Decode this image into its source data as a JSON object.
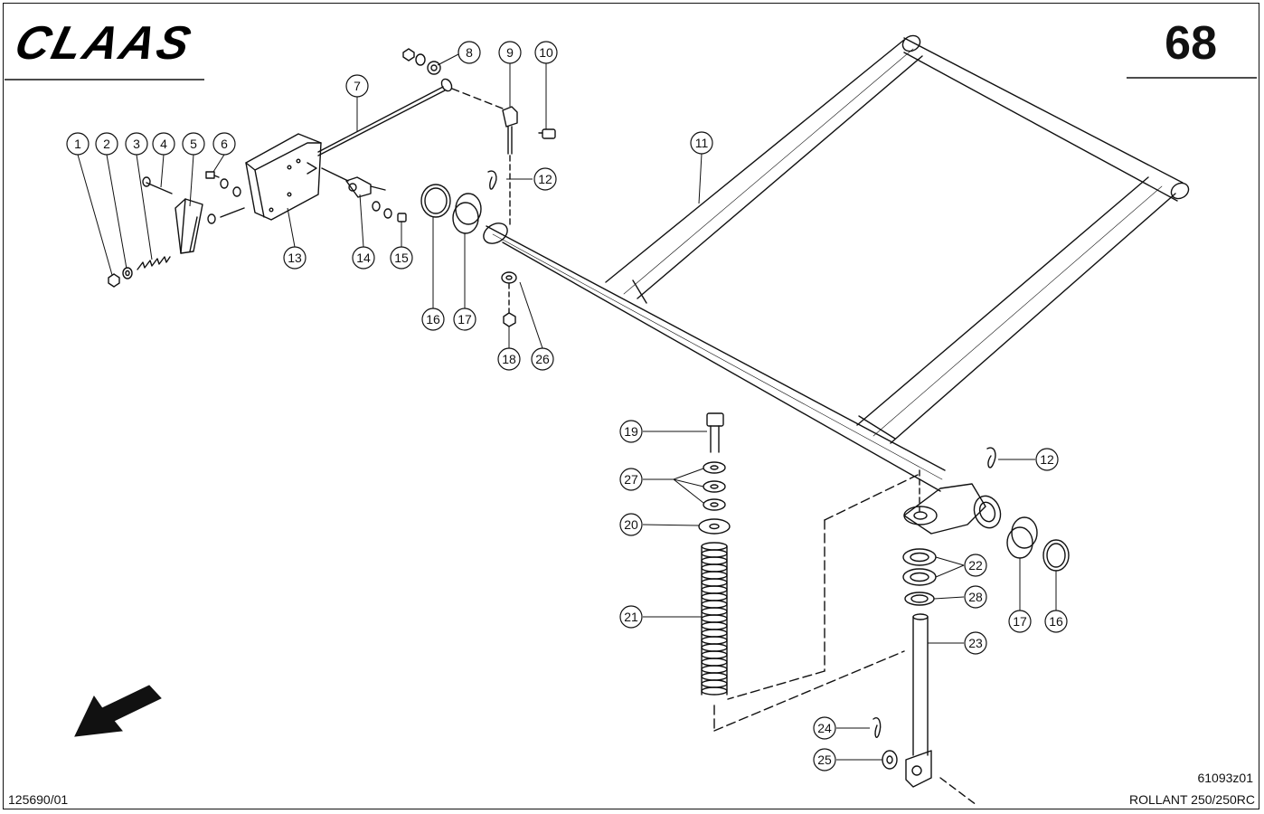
{
  "header": {
    "brand": "CLAAS",
    "page_number": "68"
  },
  "footer": {
    "document_number": "125690/01",
    "drawing_number": "61093z01",
    "model": "ROLLANT 250/250RC"
  },
  "callouts": [
    {
      "id": "c1",
      "label": "1"
    },
    {
      "id": "c2",
      "label": "2"
    },
    {
      "id": "c3",
      "label": "3"
    },
    {
      "id": "c4",
      "label": "4"
    },
    {
      "id": "c5",
      "label": "5"
    },
    {
      "id": "c6",
      "label": "6"
    },
    {
      "id": "c7",
      "label": "7"
    },
    {
      "id": "c8",
      "label": "8"
    },
    {
      "id": "c9",
      "label": "9"
    },
    {
      "id": "c10",
      "label": "10"
    },
    {
      "id": "c11",
      "label": "11"
    },
    {
      "id": "c12a",
      "label": "12"
    },
    {
      "id": "c13",
      "label": "13"
    },
    {
      "id": "c14",
      "label": "14"
    },
    {
      "id": "c15",
      "label": "15"
    },
    {
      "id": "c16a",
      "label": "16"
    },
    {
      "id": "c17a",
      "label": "17"
    },
    {
      "id": "c18",
      "label": "18"
    },
    {
      "id": "c26",
      "label": "26"
    },
    {
      "id": "c19",
      "label": "19"
    },
    {
      "id": "c27",
      "label": "27"
    },
    {
      "id": "c20",
      "label": "20"
    },
    {
      "id": "c21",
      "label": "21"
    },
    {
      "id": "c12b",
      "label": "12"
    },
    {
      "id": "c22",
      "label": "22"
    },
    {
      "id": "c28",
      "label": "28"
    },
    {
      "id": "c17b",
      "label": "17"
    },
    {
      "id": "c16b",
      "label": "16"
    },
    {
      "id": "c23",
      "label": "23"
    },
    {
      "id": "c24",
      "label": "24"
    },
    {
      "id": "c25",
      "label": "25"
    }
  ]
}
